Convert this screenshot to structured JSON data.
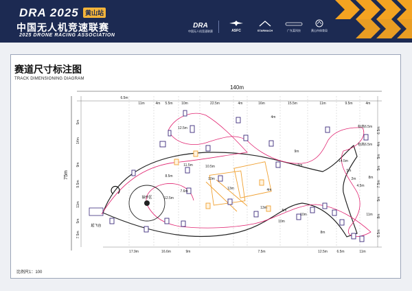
{
  "header": {
    "brand_top": "DRA 2025",
    "brand_tag": "黄山站",
    "brand_cn": "中国无人机竞速联赛",
    "brand_en": "2025 DRONE RACING ASSOCIATION",
    "logos": [
      {
        "text": "DRA",
        "sub": "中国无人机竞速联赛"
      },
      {
        "text": "ASFC",
        "sub": ""
      },
      {
        "text": "STARMACH",
        "sub": ""
      },
      {
        "text": "",
        "sub": "广东某科技"
      },
      {
        "text": "",
        "sub": "黄山市体育局"
      }
    ]
  },
  "diagram": {
    "title_cn": "赛道尺寸标注图",
    "title_en": "TRACK DIMENSIONING DIAGRAM",
    "scale": "比例尺1：100",
    "total_width": "140m",
    "total_height": "75m",
    "top_dims": [
      "6.5m",
      "11m",
      "4m",
      "5.5m",
      "10m",
      "22.5m",
      "4m",
      "16m",
      "15.5m",
      "11m",
      "9.5m",
      "4m"
    ],
    "bottom_dims": [
      "17.9m",
      "16.6m",
      "9m",
      "7.5m",
      "12.5m",
      "6.5m",
      "11m"
    ],
    "left_dims": [
      "5m",
      "14m",
      "9m",
      "9.5m",
      "11m",
      "5m",
      "7.5m"
    ],
    "right_dims": [
      "6.5m",
      "4m",
      "5m",
      "5m",
      "7.5m",
      "5m",
      "8m",
      "6.5m"
    ],
    "inner_labels": [
      "12.5m",
      "4m",
      "9m",
      "5m",
      "10.5m",
      "11.5m",
      "7.6m",
      "8.5m",
      "12.5m",
      "10m",
      "13m",
      "10m",
      "5m",
      "8m",
      "11m",
      "14.5m",
      "13m",
      "2m",
      "4.5m",
      "5m",
      "8m",
      "10m",
      "4m"
    ],
    "labels": {
      "start": "起飞台",
      "pilot_area": "操作区",
      "top_right_1": "标高6.5m",
      "top_right_2": "标高6.5m"
    }
  },
  "colors": {
    "header_bg": "#1c2a52",
    "accent_orange": "#f4a321",
    "track_line": "#e0206e",
    "gate_purple": "#3a2a7a",
    "gate_orange": "#f0a030",
    "dim_line": "#333333"
  }
}
